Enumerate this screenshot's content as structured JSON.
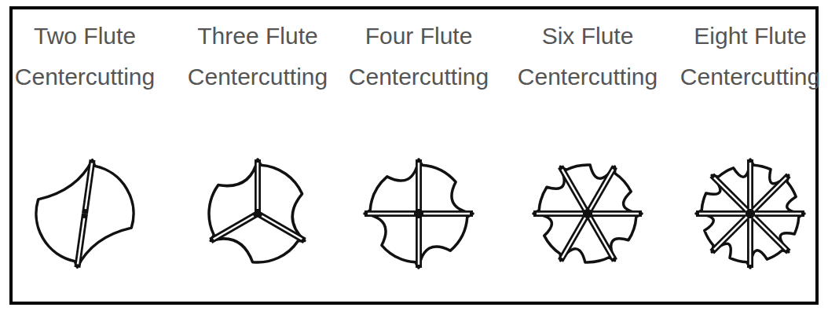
{
  "diagram": {
    "labels": [
      "Two Flute Centercutting",
      "Three Flute Centercutting",
      "Four Flute Centercutting",
      "Six Flute Centercutting",
      "Eight Flute Centercutting"
    ]
  }
}
